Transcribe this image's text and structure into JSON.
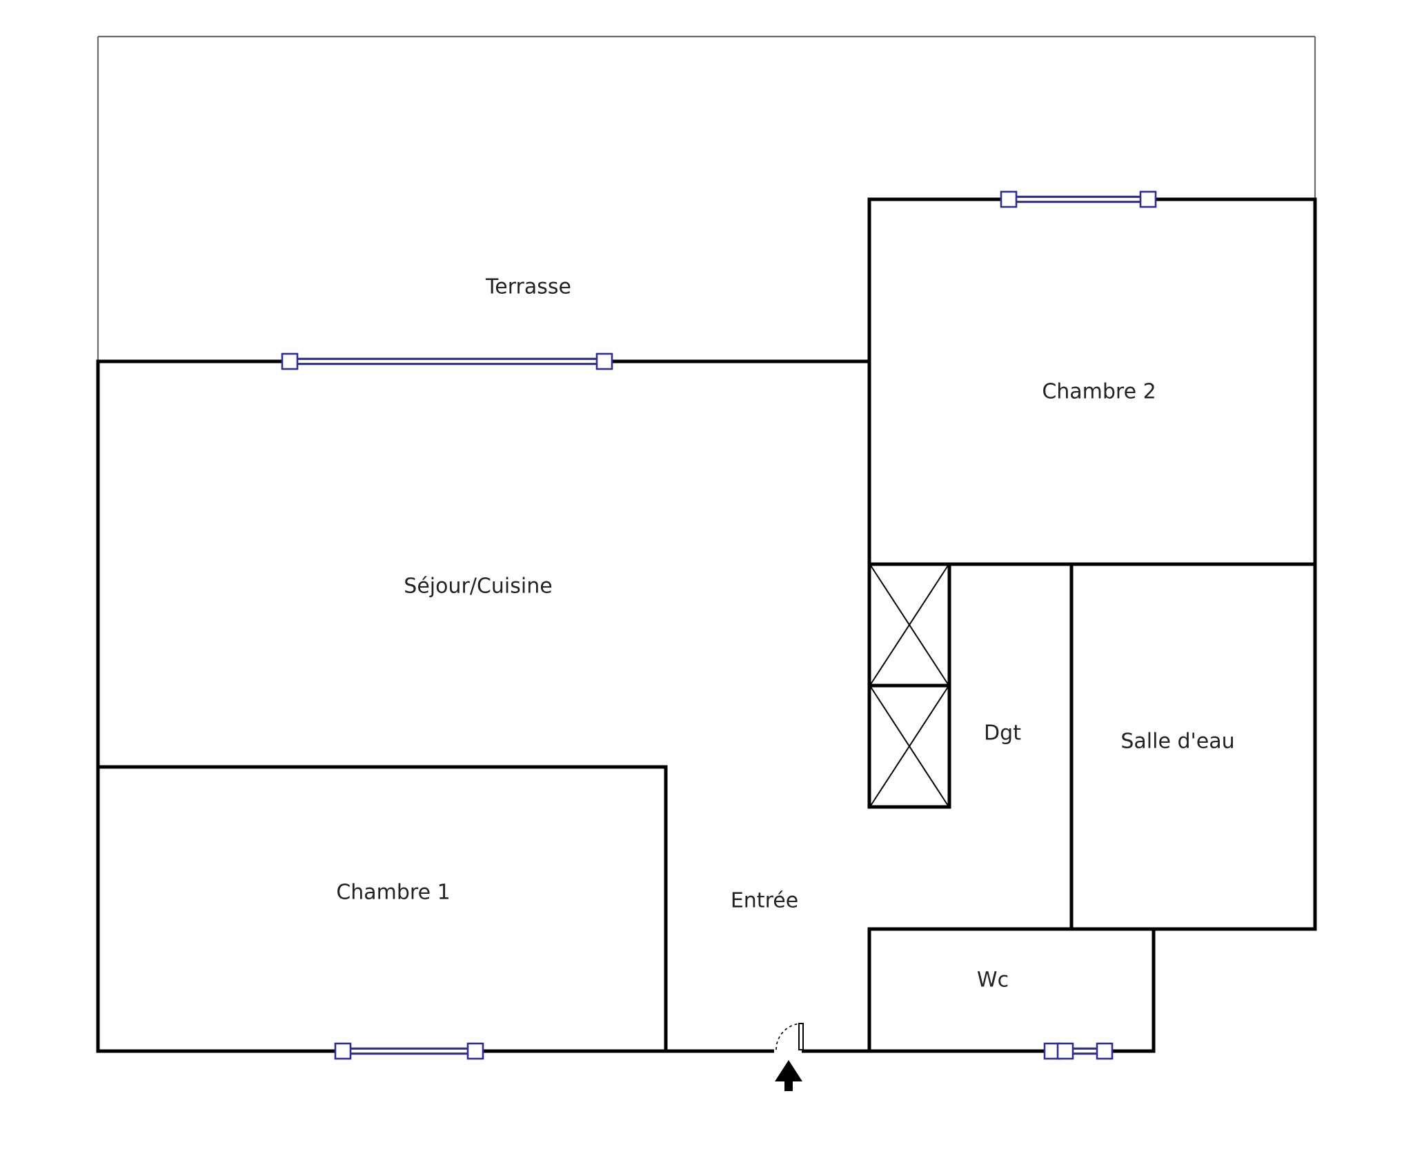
{
  "rooms": {
    "terrasse": "Terrasse",
    "sejour": "Séjour/Cuisine",
    "chambre2": "Chambre 2",
    "dgt": "Dgt",
    "salle_eau": "Salle d'eau",
    "chambre1": "Chambre 1",
    "entree": "Entrée",
    "wc": "Wc"
  },
  "colors": {
    "walls": "#000000",
    "terrace_outline": "#6b6b6b",
    "windows": "#2e2e8c",
    "labels": "#222222"
  },
  "icons": {
    "entrance_marker": "up-arrow-icon",
    "door": "door-swing-icon"
  }
}
